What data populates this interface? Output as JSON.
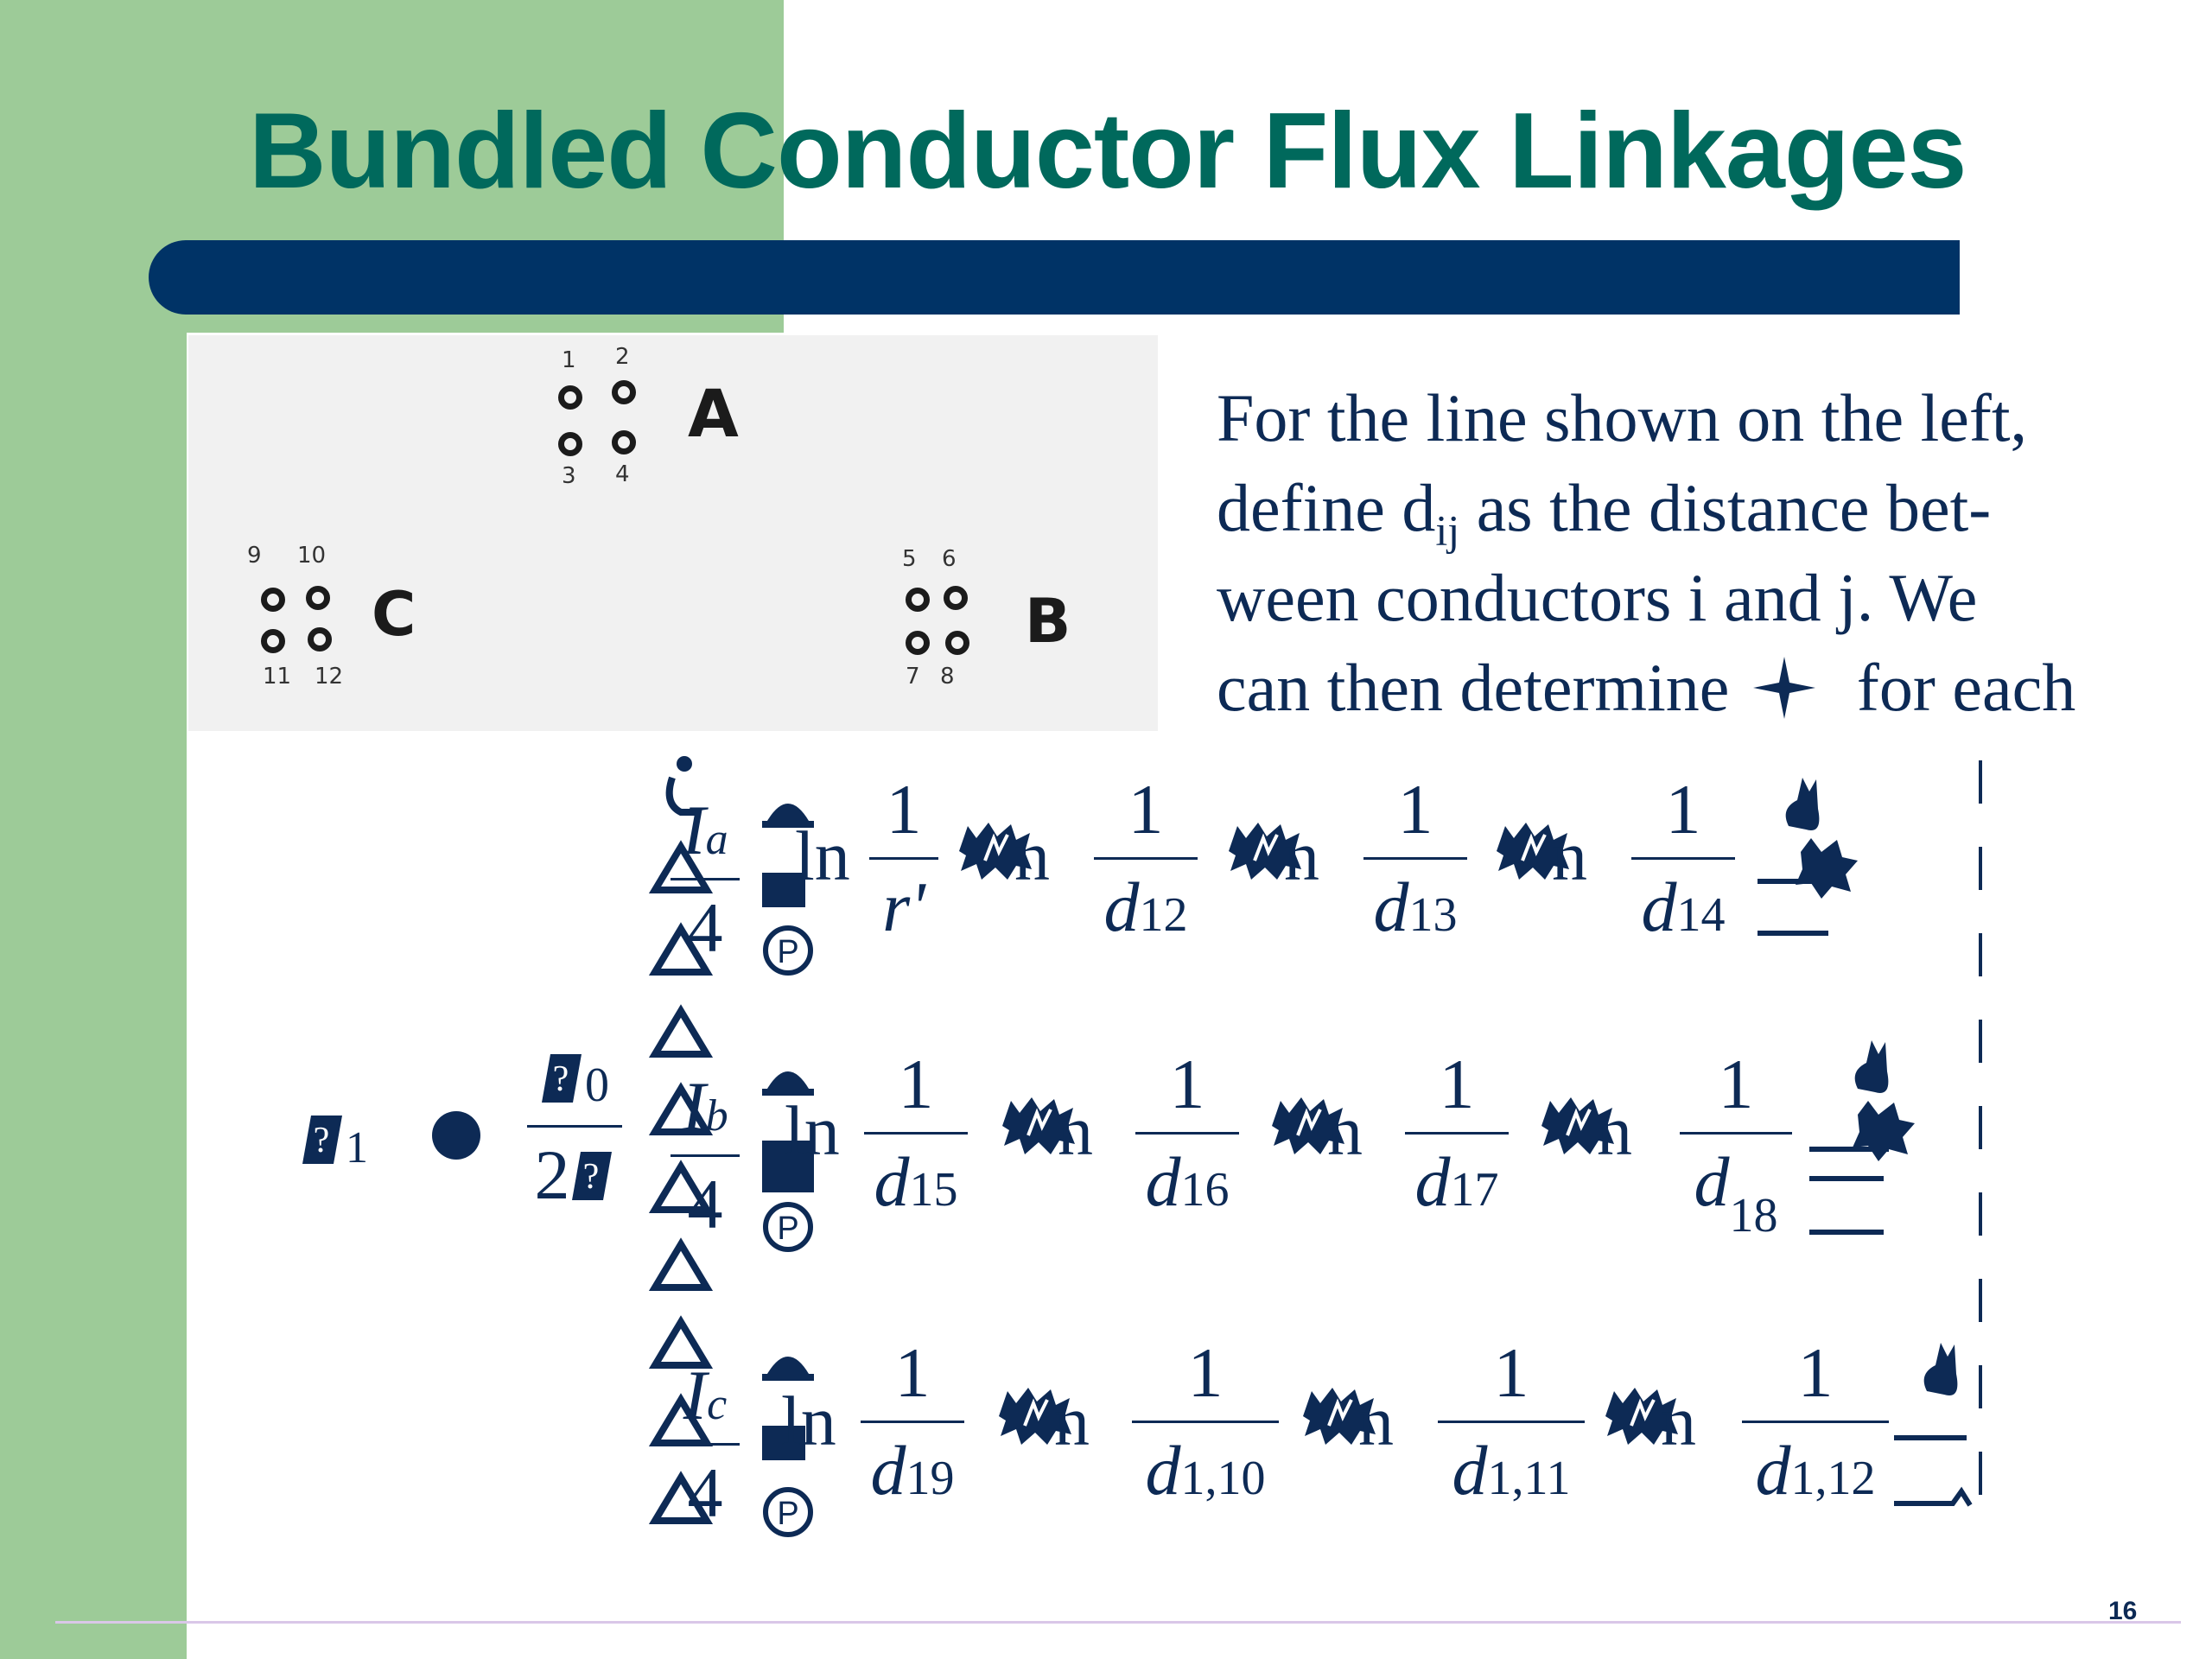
{
  "slide": {
    "title": "Bundled Conductor Flux Linkages",
    "page_number": "16",
    "description_lines": [
      {
        "text": "For the line shown on the left,"
      },
      {
        "text": "define d",
        "sub": "ij",
        "rest": " as the distance bet-"
      },
      {
        "text": "ween conductors i and j.  We"
      },
      {
        "text": "can then determine",
        "rest": " for each"
      }
    ]
  },
  "figure": {
    "phase_labels": [
      "A",
      "B",
      "C"
    ],
    "conductor_numbers": [
      "1",
      "2",
      "3",
      "4",
      "5",
      "6",
      "7",
      "8",
      "9",
      "10",
      "11",
      "12"
    ]
  },
  "equation": {
    "lhs_sub": "1",
    "mu_sub": "0",
    "two_pi_prefix": "2",
    "ln": "ln",
    "one": "1",
    "four": "4",
    "current_a": "a",
    "current_b": "b",
    "current_c": "c",
    "row_a_denoms": [
      {
        "base": "r",
        "sub": "'"
      },
      {
        "base": "d",
        "sub": "12"
      },
      {
        "base": "d",
        "sub": "13"
      },
      {
        "base": "d",
        "sub": "14"
      }
    ],
    "row_b_denoms": [
      {
        "base": "d",
        "sub": "15"
      },
      {
        "base": "d",
        "sub": "16"
      },
      {
        "base": "d",
        "sub": "17"
      },
      {
        "base": "d",
        "sub": "18"
      }
    ],
    "row_c_denoms": [
      {
        "base": "d",
        "sub": "19"
      },
      {
        "base": "d",
        "sub": "1,10"
      },
      {
        "base": "d",
        "sub": "1,11"
      },
      {
        "base": "d",
        "sub": "1,12"
      }
    ]
  },
  "colors": {
    "green_panel": "#9dcb98",
    "title_teal": "#00695c",
    "navy": "#003366",
    "text_navy": "#0d2a55"
  }
}
